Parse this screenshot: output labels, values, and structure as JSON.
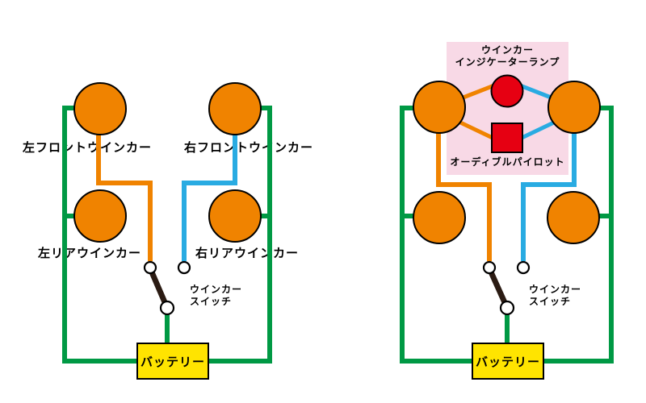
{
  "colors": {
    "wire_green": "#009944",
    "wire_orange": "#F08300",
    "wire_blue": "#29ABE2",
    "lamp_fill": "#F08300",
    "indicator_red": "#E60012",
    "panel_pink": "#F8D9E6",
    "battery_yellow": "#FFE400",
    "switch_lever_dark": "#2B1B13",
    "outline": "#000000"
  },
  "left_diagram": {
    "front_left_label": "左フロントウインカー",
    "front_right_label": "右フロントウインカー",
    "rear_left_label": "左リアウインカー",
    "rear_right_label": "右リアウインカー",
    "switch_label": {
      "line1": "ウインカー",
      "line2": "スイッチ"
    },
    "battery_label": "バッテリー"
  },
  "right_diagram": {
    "indicator_label": {
      "line1": "ウインカー",
      "line2": "インジケーターランプ"
    },
    "audible_label": "オーディブルパイロット",
    "switch_label": {
      "line1": "ウインカー",
      "line2": "スイッチ"
    },
    "battery_label": "バッテリー"
  }
}
